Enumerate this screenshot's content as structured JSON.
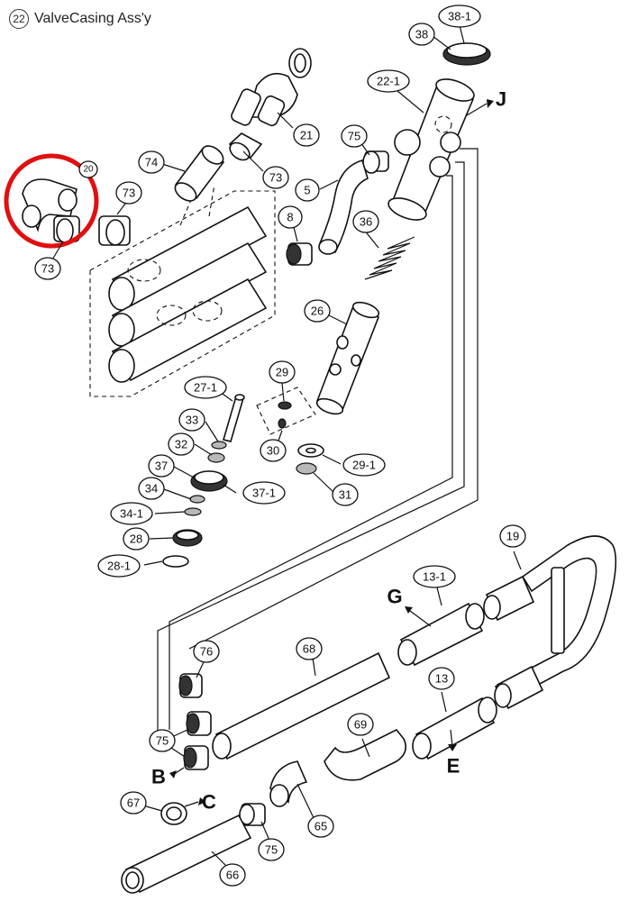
{
  "title": {
    "number": "22",
    "text": "ValveCasing Ass'y"
  },
  "callouts": {
    "c38_1": "38-1",
    "c38": "38",
    "c22_1": "22-1",
    "c21": "21",
    "c74": "74",
    "c73a": "73",
    "c73b": "73",
    "c73c": "73",
    "c75a": "75",
    "c75b": "75",
    "c75c": "75",
    "c5": "5",
    "c8": "8",
    "c36": "36",
    "c26": "26",
    "c27_1": "27-1",
    "c29": "29",
    "c30": "30",
    "c29_1": "29-1",
    "c31": "31",
    "c33": "33",
    "c32": "32",
    "c37": "37",
    "c37_1": "37-1",
    "c34": "34",
    "c34_1": "34-1",
    "c28": "28",
    "c28_1": "28-1",
    "c19": "19",
    "c13_1": "13-1",
    "c13": "13",
    "c76": "76",
    "c68": "68",
    "c69": "69",
    "c67": "67",
    "c65": "65",
    "c66": "66",
    "c20": "20"
  },
  "arrow_labels": {
    "J": "J",
    "G": "G",
    "E": "E",
    "B": "B",
    "C": "C"
  },
  "highlight": {
    "color": "#e01010"
  }
}
